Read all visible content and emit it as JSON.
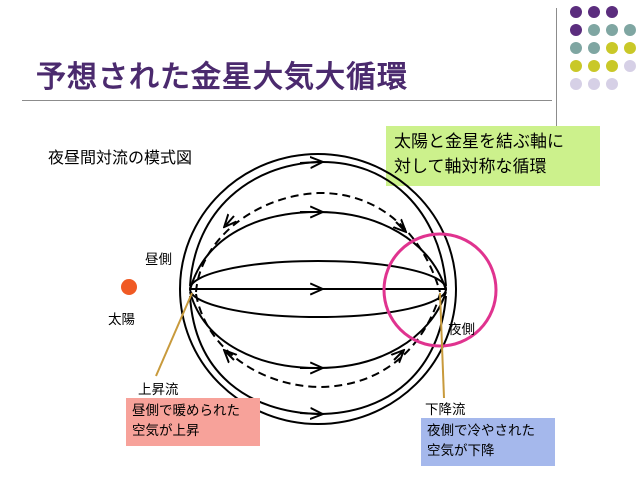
{
  "title": "予想された金星大気大循環",
  "subtitle": "夜昼間対流の模式図",
  "callout_axis": {
    "line1": "太陽と金星を結ぶ軸に",
    "line2": "対して軸対称な循環"
  },
  "labels": {
    "day_side": "昼側",
    "sun": "太陽",
    "night_side": "夜側",
    "upwelling": "上昇流",
    "downwelling": "下降流"
  },
  "callout_up": {
    "line1": "昼側で暖められた",
    "line2": "空気が上昇"
  },
  "callout_down": {
    "line1": "夜側で冷やされた",
    "line2": "空気が下降"
  },
  "colors": {
    "title": "#4b2a6e",
    "sun": "#f05a24",
    "highlight_circle": "#e0338f",
    "pointer_line": "#c89a3c",
    "green_box": "#ccf18c",
    "red_box": "#f7a29a",
    "blue_box": "#a5b8ec",
    "dot_purple": "#5b2d7e",
    "dot_teal": "#7fa6a2",
    "dot_yellow": "#c9c828",
    "dot_lavender": "#d6d0e6"
  }
}
